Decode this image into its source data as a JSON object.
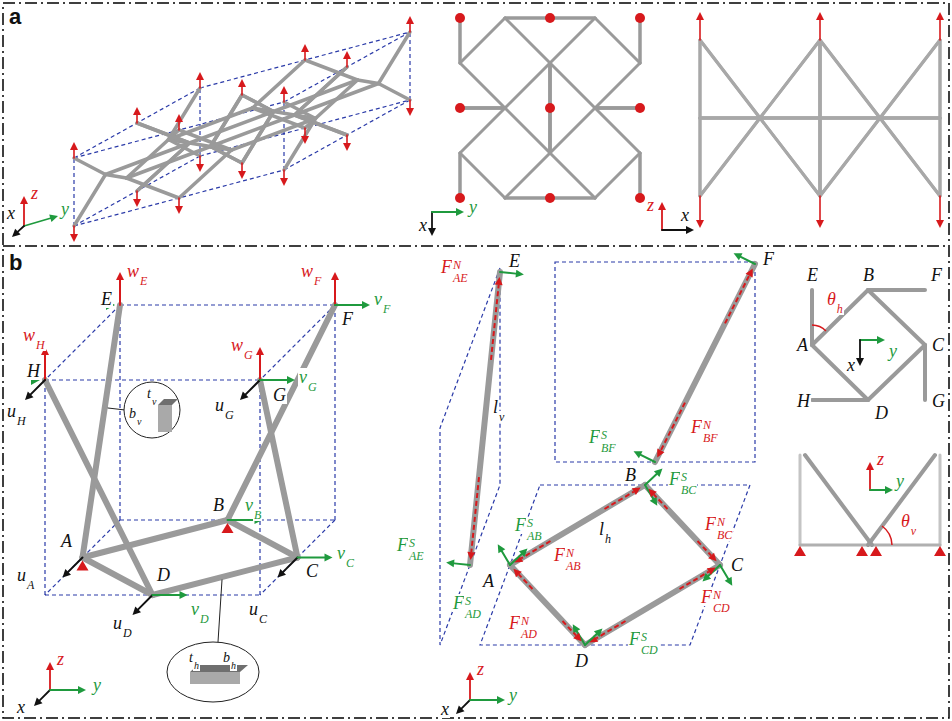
{
  "diagram": {
    "labels": [
      "a",
      "z",
      "y",
      "x",
      "x",
      "y",
      "z",
      "x",
      "b",
      "w",
      "E",
      "E",
      "w",
      "F",
      "F",
      "v",
      "F",
      "w",
      "H",
      "H",
      "t",
      "v",
      "b",
      "v",
      "w",
      "G",
      "u",
      "G",
      "G",
      "v",
      "G",
      "u",
      "H",
      "B",
      "v",
      "B",
      "A",
      "v",
      "C",
      "u",
      "A",
      "D",
      "C",
      "u",
      "C",
      "u",
      "D",
      "v",
      "D",
      "t",
      "h",
      "b",
      "h",
      "z",
      "x",
      "y",
      "F",
      "N",
      "AE",
      "E",
      "F",
      "l",
      "v",
      "F",
      "S",
      "BF",
      "B",
      "F",
      "N",
      "BF",
      "F",
      "S",
      "AE",
      "A",
      "F",
      "N",
      "AB",
      "l",
      "h",
      "F",
      "S",
      "BC",
      "F",
      "N",
      "BC",
      "F",
      "S",
      "AB",
      "C",
      "F",
      "N",
      "AD",
      "F",
      "S",
      "CD",
      "F",
      "N",
      "CD",
      "D",
      "F",
      "S",
      "AD",
      "z",
      "x",
      "y",
      "E",
      "B",
      "F",
      "θ",
      "h",
      "A",
      "y",
      "x",
      "C",
      "H",
      "D",
      "G",
      "z",
      "y",
      "θ",
      "v"
    ]
  }
}
